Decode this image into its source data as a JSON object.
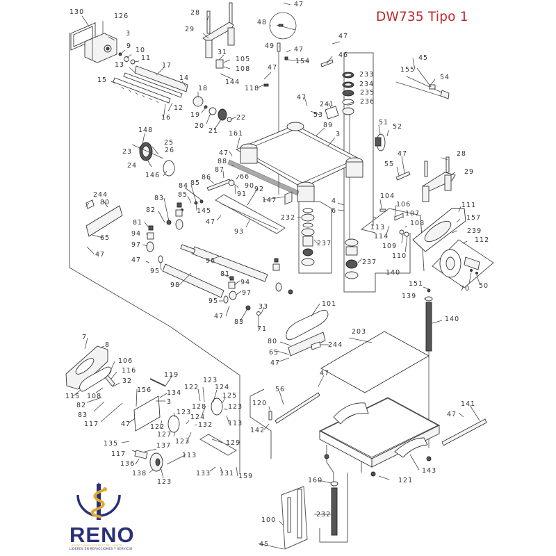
{
  "header": {
    "title": "DW735 Tipo 1"
  },
  "brand": {
    "name": "RENO",
    "tagline_top": "REFACCIONES EXPRESS DEL NORTE",
    "tagline_bottom": "LIDERES EN REFACCIONES Y SERVICIO",
    "colors": {
      "primary": "#2a2f7a",
      "accent": "#e0a82a"
    }
  },
  "accent_colors": {
    "title": "#c0282d"
  },
  "callouts": {
    "c130": "130",
    "c126": "126",
    "c3a": "3",
    "c9": "9",
    "c10": "10",
    "c11": "11",
    "c13": "13",
    "c17": "17",
    "c14": "14",
    "c15": "15",
    "c12": "12",
    "c16": "16",
    "c18": "18",
    "c19": "19",
    "c20": "20",
    "c21": "21",
    "c22": "22",
    "c148": "148",
    "c25": "25",
    "c26": "26",
    "c23": "23",
    "c24": "24",
    "c146": "146",
    "c28a": "28",
    "c29a": "29",
    "c31": "31",
    "c105": "105",
    "c108a": "108",
    "c144": "144",
    "c47a": "47",
    "c48": "48",
    "c49": "49",
    "c47b": "47",
    "c154": "154",
    "c47c": "47",
    "c46": "46",
    "c47d": "47",
    "c118": "118",
    "c47e": "47",
    "c53": "53",
    "c241": "241",
    "c233": "233",
    "c234": "234",
    "c235": "235",
    "c236": "236",
    "c89": "89",
    "c3b": "3",
    "c161": "161",
    "c47f": "47",
    "c88": "88",
    "c87": "87",
    "c86": "86",
    "c85a": "85",
    "c84": "84",
    "c85b": "85",
    "c145": "145",
    "c66": "66",
    "c90": "90",
    "c91": "91",
    "c92": "92",
    "c147": "147",
    "c4": "4",
    "c6": "6",
    "c232a": "232",
    "c237a": "237",
    "c155": "155",
    "c45a": "45",
    "c54": "54",
    "c51": "51",
    "c52": "52",
    "c47g": "47",
    "c55": "55",
    "c28b": "28",
    "c29b": "29",
    "c104": "104",
    "c106a": "106",
    "c107": "107",
    "c108b": "108",
    "c113a": "113",
    "c114": "114",
    "c109": "109",
    "c110": "110",
    "c111": "111",
    "c157": "157",
    "c239": "239",
    "c112": "112",
    "c70": "70",
    "c50": "50",
    "c237b": "237",
    "c140a": "140",
    "c244a": "244",
    "c80a": "80",
    "c65a": "65",
    "c47h": "47",
    "c83a": "83",
    "c82a": "82",
    "c81a": "81",
    "c94a": "94",
    "c97a": "97",
    "c47i": "47",
    "c95a": "95",
    "c98": "98",
    "c47j": "47",
    "c93": "93",
    "c96": "96",
    "c81b": "81",
    "c94b": "94",
    "c97b": "97",
    "c95b": "95",
    "c47k": "47",
    "c83b": "83",
    "c71": "71",
    "c33": "33",
    "c101": "101",
    "c80b": "80",
    "c244b": "244",
    "c65b": "65",
    "c47l": "47",
    "c151": "151",
    "c139": "139",
    "c140b": "140",
    "c203": "203",
    "c7": "7",
    "c8": "8",
    "c106b": "106",
    "c116": "116",
    "c32": "32",
    "c115": "115",
    "c108c": "108",
    "c82b": "82",
    "c83c": "83",
    "c117a": "117",
    "c47m": "47",
    "c119": "119",
    "c156": "156",
    "c134": "134",
    "c3c": "3",
    "c122a": "122",
    "c123a": "123",
    "c124a": "124",
    "c125": "125",
    "c128": "128",
    "c123b": "123",
    "c113b": "113",
    "c122b": "122",
    "c123c": "123",
    "c127": "127",
    "c124b": "124",
    "c132": "132",
    "c123d": "123",
    "c135": "135",
    "c117b": "117",
    "c137": "137",
    "c136": "136",
    "c113c": "113",
    "c129": "129",
    "c138": "138",
    "c123e": "123",
    "c133": "133",
    "c131": "131",
    "c159": "159",
    "c47n": "47",
    "c56": "56",
    "c120": "120",
    "c142": "142",
    "c141": "141",
    "c47o": "47",
    "c143": "143",
    "c121": "121",
    "c160": "160",
    "c232b": "232",
    "c100": "100",
    "c45b": "45"
  }
}
